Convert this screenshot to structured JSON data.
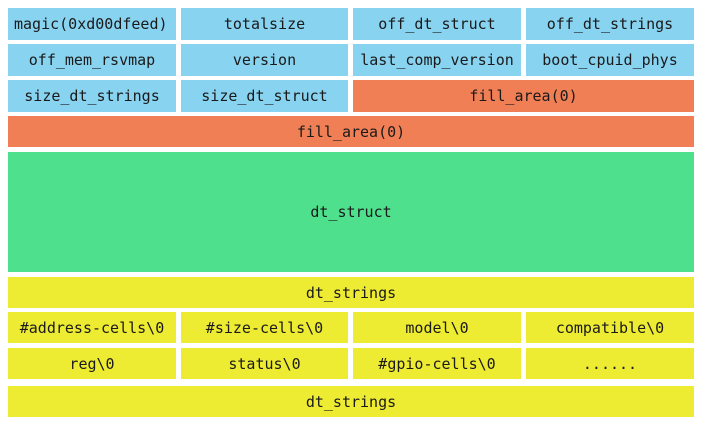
{
  "header": {
    "row1": [
      "magic(0xd00dfeed)",
      "totalsize",
      "off_dt_struct",
      "off_dt_strings"
    ],
    "row2": [
      "off_mem_rsvmap",
      "version",
      "last_comp_version",
      "boot_cpuid_phys"
    ],
    "row3": [
      "size_dt_strings",
      "size_dt_struct"
    ],
    "row3_fill": "fill_area(0)"
  },
  "fill_row": "fill_area(0)",
  "dt_struct": "dt_struct",
  "dt_strings_top": "dt_strings",
  "strings": {
    "row1": [
      "#address-cells\\0",
      "#size-cells\\0",
      "model\\0",
      "compatible\\0"
    ],
    "row2": [
      "reg\\0",
      "status\\0",
      "#gpio-cells\\0",
      "......"
    ]
  },
  "dt_strings_bottom": "dt_strings",
  "colors": {
    "header": "#87d3f0",
    "fill": "#f07f55",
    "struct": "#4fe08e",
    "strings": "#eeeb33"
  }
}
